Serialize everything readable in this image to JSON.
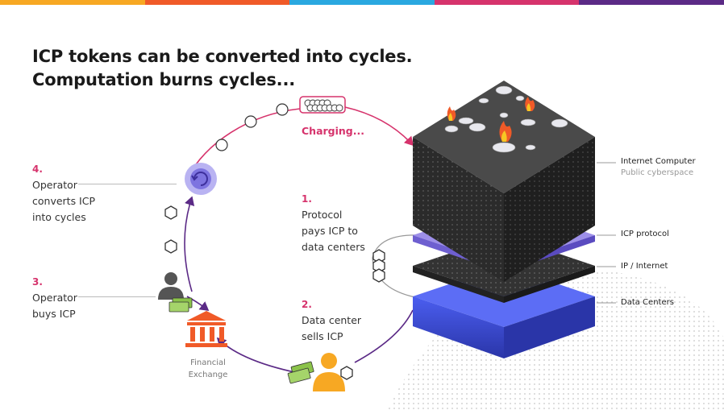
{
  "title_line1": "ICP tokens can be converted into cycles.",
  "title_line2": "Computation burns cycles...",
  "charging_label": "Charging...",
  "steps": [
    {
      "num": "1.",
      "lines": [
        "Protocol",
        "pays ICP to",
        "data centers"
      ]
    },
    {
      "num": "2.",
      "lines": [
        "Data center",
        "sells ICP"
      ]
    },
    {
      "num": "3.",
      "lines": [
        "Operator",
        "buys ICP"
      ]
    },
    {
      "num": "4.",
      "lines": [
        "Operator",
        "converts ICP",
        "into cycles"
      ]
    }
  ],
  "exchange": {
    "line1": "Financial",
    "line2": "Exchange"
  },
  "layers": [
    {
      "label": "Internet Computer",
      "sub": "Public cyberspace"
    },
    {
      "label": "ICP protocol"
    },
    {
      "label": "IP / Internet"
    },
    {
      "label": "Data Centers"
    }
  ],
  "colors": {
    "accent_pink": "#d6336c",
    "purple": "#5b2a86",
    "orange_bank": "#f05a28",
    "operator_yellow": "#f7a823",
    "cube_dark": "#2b2b2b",
    "protocol_layer": "#8e7fe0",
    "datacenter_layer": "#3b4fd8",
    "top_bar": [
      "#f7a823",
      "#f05a28",
      "#2aa8e0",
      "#d6336c",
      "#5b2a86"
    ]
  },
  "icons": [
    "refresh-cycle-icon",
    "bank-icon",
    "person-icon",
    "cash-icon",
    "hexagon-token-icon",
    "cycles-battery-icon",
    "flame-icon",
    "globe-dots"
  ]
}
